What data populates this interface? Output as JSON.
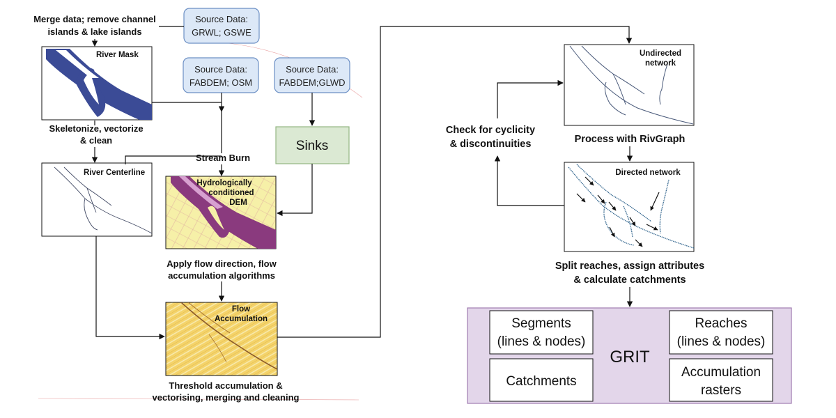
{
  "labels": {
    "merge_1": "Merge data; remove channel",
    "merge_2": "islands & lake islands",
    "skel_1": "Skeletonize, vectorize",
    "skel_2": "& clean",
    "stream_burn": "Stream Burn",
    "apply_1": "Apply flow direction, flow",
    "apply_2": "accumulation algorithms",
    "threshold_1": "Threshold accumulation &",
    "threshold_2": "vectorising, merging and cleaning",
    "check_1": "Check for cyclicity",
    "check_2": "& discontinuities",
    "rivgraph": "Process with RivGraph",
    "split_1": "Split reaches, assign attributes",
    "split_2": "& calculate catchments"
  },
  "sources": {
    "grwl": {
      "line1": "Source Data:",
      "line2": "GRWL; GSWE"
    },
    "fabdem_osm": {
      "line1": "Source Data:",
      "line2": "FABDEM; OSM"
    },
    "fabdem_glwd": {
      "line1": "Source Data:",
      "line2": "FABDEM;GLWD"
    }
  },
  "sinks": "Sinks",
  "panels": {
    "river_mask": "River Mask",
    "river_centerline": "River Centerline",
    "hydro_1": "Hydrologically",
    "hydro_2": "conditioned",
    "hydro_3": "DEM",
    "flow_1": "Flow",
    "flow_2": "Accumulation",
    "undirected_1": "Undirected",
    "undirected_2": "network",
    "directed": "Directed network"
  },
  "outputs": {
    "grit": "GRIT",
    "segments_1": "Segments",
    "segments_2": "(lines & nodes)",
    "reaches_1": "Reaches",
    "reaches_2": "(lines & nodes)",
    "catchments": "Catchments",
    "accum_1": "Accumulation",
    "accum_2": "rasters"
  },
  "colors": {
    "source_fill": "#dce8f7",
    "source_stroke": "#6b8fc4",
    "sinks_fill": "#dbe9d3",
    "sinks_stroke": "#93b683",
    "grit_fill": "#e3d6ea",
    "grit_stroke": "#a07cb0",
    "river_mask": "#3b4b96",
    "dem_background": "#f6f0a8",
    "dem_river": "#8a3a7e",
    "flow_background": "#f4d36a"
  }
}
